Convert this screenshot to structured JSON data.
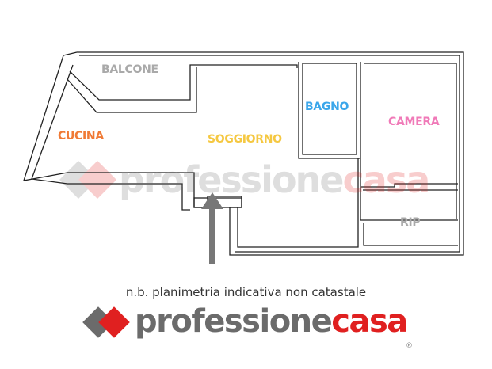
{
  "rooms": {
    "balcone": "BALCONE",
    "cucina": "CUCINA",
    "soggiorno": "SOGGIORNO",
    "bagno": "BAGNO",
    "camera": "CAMERA",
    "rip": "RIP"
  },
  "room_colors": {
    "balcone": "#a9a9a9",
    "cucina": "#f07a35",
    "soggiorno": "#f5c842",
    "bagno": "#3aa6ea",
    "camera": "#f07ab8",
    "rip": "#a9a9a9"
  },
  "watermark": {
    "part1": "professione",
    "part2": "casa"
  },
  "note": "n.b. planimetria indicativa non catastale",
  "logo": {
    "part1": "professione",
    "part2": "casa",
    "registered": "®"
  },
  "brand_colors": {
    "gray": "#6b6b6b",
    "red": "#e02020"
  }
}
